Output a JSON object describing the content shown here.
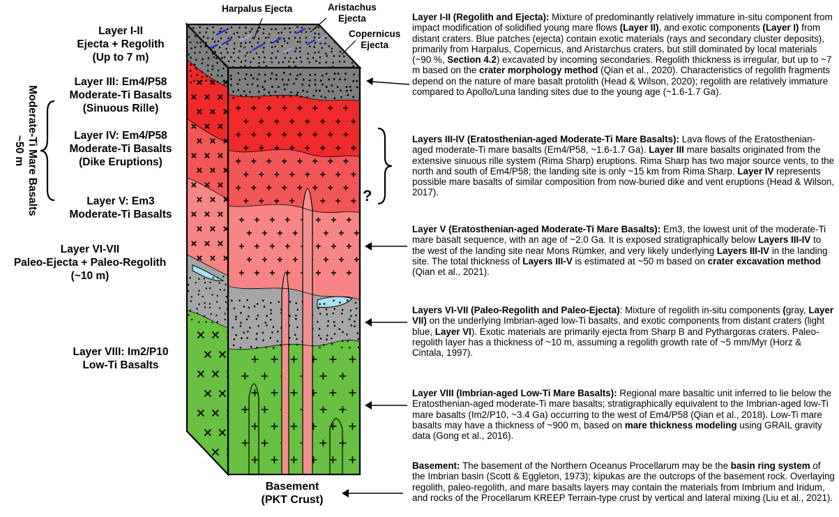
{
  "left_labels": {
    "l1": [
      "Layer I-II",
      "Ejecta + Regolith",
      "(Up to 7 m)"
    ],
    "l3": [
      "Layer III: Em4/P58",
      "Moderate-Ti Basalts",
      "(Sinuous Rille)"
    ],
    "l4": [
      "Layer IV: Em4/P58",
      "Moderate-Ti Basalts",
      "(Dike Eruptions)"
    ],
    "l5": [
      "Layer V: Em3",
      "Moderate-Ti Basalts"
    ],
    "l6": [
      "Layer VI-VII",
      "Paleo-Ejecta + Paleo-Regolith",
      "(~10 m)"
    ],
    "l8": [
      "Layer VIII: Im2/P10",
      "Low-Ti Basalts"
    ],
    "basement": [
      "Basement",
      "(PKT Crust)"
    ]
  },
  "vertical_label": [
    "Moderate-Ti Mare Basalts",
    "~50 m"
  ],
  "top_labels": {
    "harpalus": "Harpalus Ejecta",
    "aristachus": [
      "Aristachus",
      "Ejecta"
    ],
    "copernicus": [
      "Copernicus",
      "Ejecta"
    ]
  },
  "question_mark": "?",
  "descriptions": {
    "d1": [
      {
        "t": "Layer I-II (Regolith and Ejecta):",
        "b": true
      },
      {
        "t": " Mixture of predominantly relatively immature in-situ component from impact modification of solidified young mare flows "
      },
      {
        "t": "(Layer II)",
        "b": true
      },
      {
        "t": ", and exotic components "
      },
      {
        "t": "(Layer I)",
        "b": true
      },
      {
        "t": " from distant craters. Blue patches (ejecta) contain exotic materials (rays and secondary cluster deposits), primarily from Harpalus, Copernicus, and Aristarchus craters, but still dominated by local materials (~90 %, "
      },
      {
        "t": "Section 4.2",
        "b": true
      },
      {
        "t": ") excavated by incoming secondaries. Regolith thickness is irregular, but up to ~7 m based on the "
      },
      {
        "t": "crater morphology method",
        "b": true
      },
      {
        "t": " (Qian et al., 2020). Characteristics of regolith fragments depend on the nature of mare basalt protolith (Head & Wilson, 2020); regolith are relatively immature compared to Apollo/Luna landing sites due to the young age (~1.6-1.7 Ga)."
      }
    ],
    "d2": [
      {
        "t": "Layers III-IV (Eratosthenian-aged Moderate-Ti Mare Basalts):",
        "b": true
      },
      {
        "t": " Lava flows of the Eratosthenian-aged moderate-Ti mare basalts (Em4/P58, ~1.6-1.7 Ga). "
      },
      {
        "t": "Layer III",
        "b": true
      },
      {
        "t": " mare basalts originated from the extensive sinuous rille system (Rima Sharp) eruptions. Rima Sharp has two major source vents, to the north and south of Em4/P58; the landing site is only ~15 km from Rima Sharp. "
      },
      {
        "t": "Layer IV",
        "b": true
      },
      {
        "t": " represents possible mare basalts of similar composition from now-buried dike and vent eruptions (Head & Wilson, 2017)."
      }
    ],
    "d3": [
      {
        "t": "Layer V (Eratosthenian-aged Moderate-Ti Mare Basalts):",
        "b": true
      },
      {
        "t": " Em3, the lowest unit of the moderate-Ti mare basalt sequence, with an age of ~2.0 Ga. It is exposed stratigraphically below "
      },
      {
        "t": "Layers III-IV",
        "b": true
      },
      {
        "t": " to the west of the landing site near Mons Rümker, and very likely underlying "
      },
      {
        "t": "Layers III-IV",
        "b": true
      },
      {
        "t": " in the landing site. The total thickness of "
      },
      {
        "t": "Layers III-V",
        "b": true
      },
      {
        "t": " is estimated at ~50 m based on "
      },
      {
        "t": "crater excavation method",
        "b": true
      },
      {
        "t": " (Qian et al., 2021)."
      }
    ],
    "d4": [
      {
        "t": "Layers VI-VII (Paleo-Regolith and Paleo-Ejecta)",
        "b": true
      },
      {
        "t": ": Mixture of regolith in-situ components "
      },
      {
        "t": "(",
        "b": true
      },
      {
        "t": "gray, "
      },
      {
        "t": "Layer VII)",
        "b": true
      },
      {
        "t": " on the underlying Imbrian-aged low-Ti basalts, and exotic components from distant craters (light blue, "
      },
      {
        "t": "Layer VI",
        "b": true
      },
      {
        "t": "). Exotic materials are primarily ejecta from Sharp B and Pythargoras craters. Paleo-regolith layer has a thickness of ~10 m, assuming a regolith growth rate of ~5 mm/Myr (Horz & Cintala, 1997)."
      }
    ],
    "d5": [
      {
        "t": "Layer VIII (Imbrian-aged Low-Ti Mare Basalts):",
        "b": true
      },
      {
        "t": " Regional mare basaltic unit inferred to lie below the Eratosthenian-aged moderate-Ti mare basalts; stratigraphically equivalent to the Imbrian-aged low-Ti mare basalts (Im2/P10,  ~3.4 Ga) occurring to the west of Em4/P58 (Qian et al., 2018). Low-Ti mare basalts may have a thickness of ~900 m, based on "
      },
      {
        "t": "mare thickness modeling",
        "b": true
      },
      {
        "t": " using GRAIL gravity data (Gong et al., 2016)."
      }
    ],
    "d6": [
      {
        "t": "Basement:",
        "b": true
      },
      {
        "t": " The basement of the Northern Oceanus Procellarum may be the "
      },
      {
        "t": "basin ring system",
        "b": true
      },
      {
        "t": " of the Imbrian basin (Scott & Eggleton, 1973); kipukas are the outcrops of the basement rock. Overlaying regolith, paleo-regolith, and mare basalts layers may contain the materials from Imbrium and Iridum, and rocks of the Procellarum KREEP Terrain-type crust by vertical and lateral mixing (Liu et al., 2021)."
      }
    ]
  },
  "colors": {
    "regolith": "#7f7f7f",
    "top_face": "#8c8c8c",
    "ejecta_blue": "#1f2fd6",
    "layer3": "#ee2a2a",
    "layer4": "#f25656",
    "layer5": "#f78585",
    "paleo_regolith": "#a6a6a6",
    "paleo_ejecta": "#a8e4f2",
    "low_ti": "#68c142",
    "dike": "#f09090"
  }
}
